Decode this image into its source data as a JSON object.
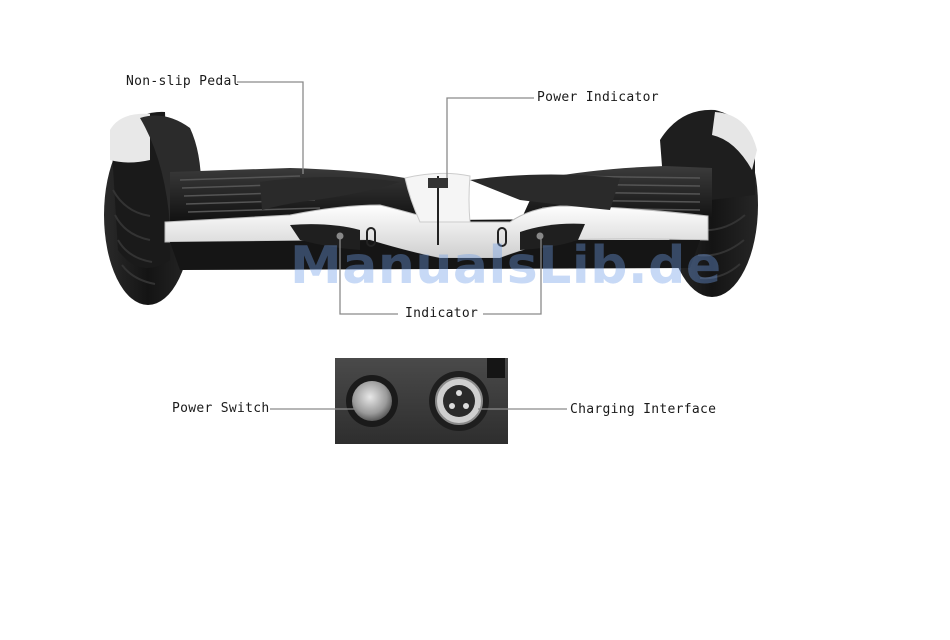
{
  "labels": {
    "non_slip_pedal": "Non-slip Pedal",
    "power_indicator": "Power Indicator",
    "indicator": "Indicator",
    "power_switch": "Power Switch",
    "charging_interface": "Charging Interface"
  },
  "watermark": "ManualsLib.de",
  "colors": {
    "body_dark": "#1c1c1c",
    "shell_white": "#f2f2f2",
    "leader_line": "#8a8a8a",
    "panel": "#3a3a3a"
  }
}
